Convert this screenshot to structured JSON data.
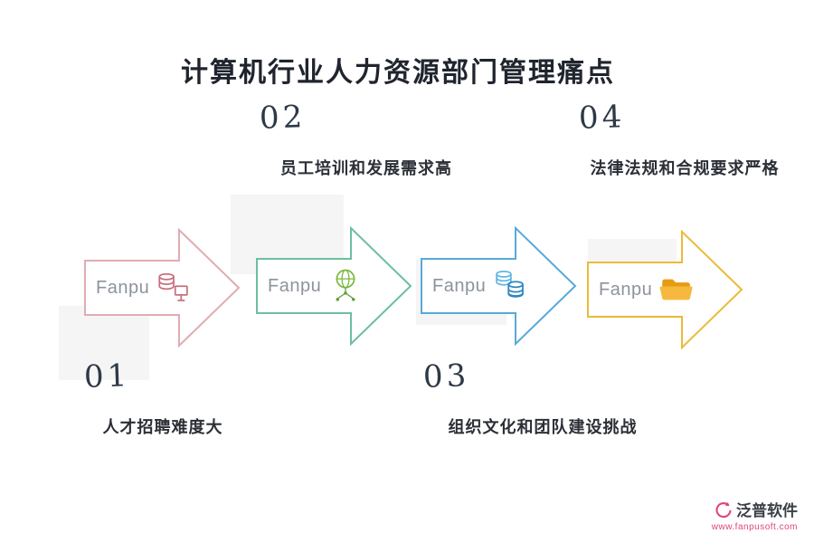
{
  "title": "计算机行业人力资源部门管理痛点",
  "steps": [
    {
      "number": "01",
      "label": "人才招聘难度大",
      "brand": "Fanpu",
      "color": "#dfacb1",
      "icon": "database-monitor-icon"
    },
    {
      "number": "02",
      "label": "员工培训和发展需求高",
      "brand": "Fanpu",
      "color": "#6cbf9f",
      "icon": "globe-network-icon"
    },
    {
      "number": "03",
      "label": "组织文化和团队建设挑战",
      "brand": "Fanpu",
      "color": "#58a9d9",
      "icon": "database-stack-icon"
    },
    {
      "number": "04",
      "label": "法律法规和合规要求严格",
      "brand": "Fanpu",
      "color": "#ecba39",
      "icon": "folder-icon"
    }
  ],
  "footer": {
    "brand": "泛普软件",
    "url": "www.fanpusoft.com",
    "accent": "#e0457c"
  }
}
